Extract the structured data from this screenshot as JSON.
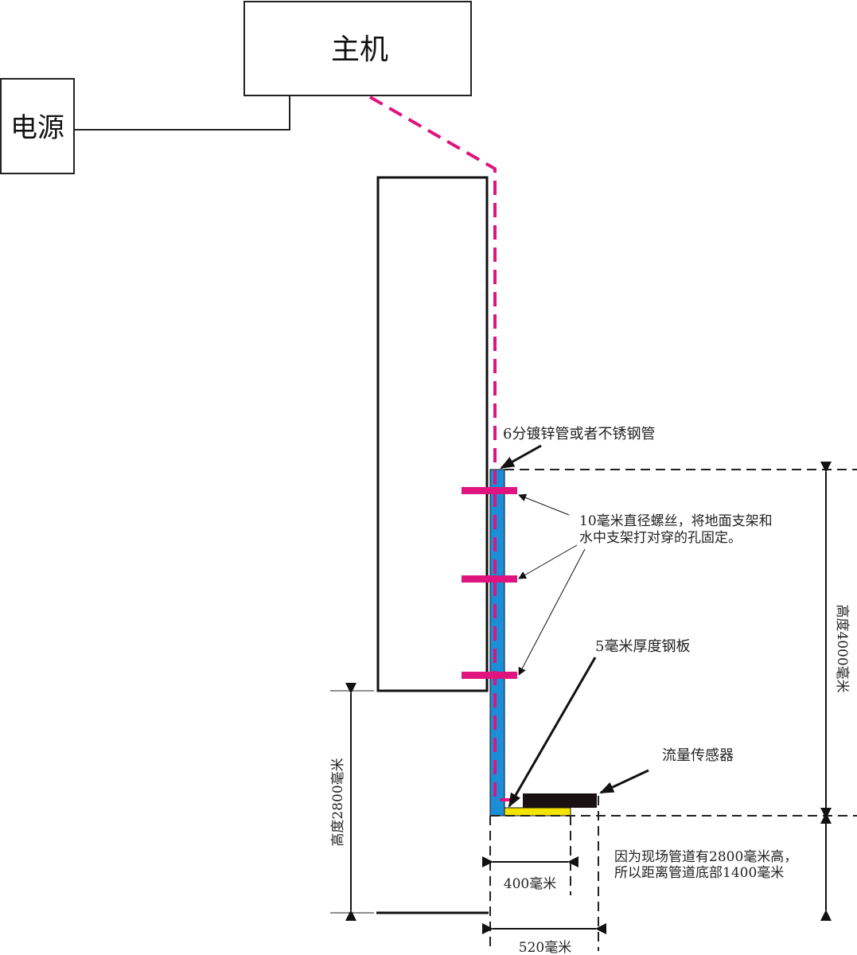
{
  "host_label": "主机",
  "power_label": "电源",
  "pipe_label": "6分镀锌管或者不锈钢管",
  "bolt_label_line1": "10毫米直径螺丝，将地面支架和",
  "bolt_label_line2": "水中支架打对穿的孔固定。",
  "plate_label": "5毫米厚度钢板",
  "sensor_label": "流量传感器",
  "height_total": "高度4000毫米",
  "height_pipe": "高度2800毫米",
  "note_line1": "因为现场管道有2800毫米高，",
  "note_line2": "所以距离管道底部1400毫米",
  "dim_400": "400毫米",
  "dim_520": "520毫米",
  "colors": {
    "cable": "#e0147f",
    "pipe": "#1a8fd8",
    "plate": "#f5e400",
    "sensor": "#1a1212"
  }
}
